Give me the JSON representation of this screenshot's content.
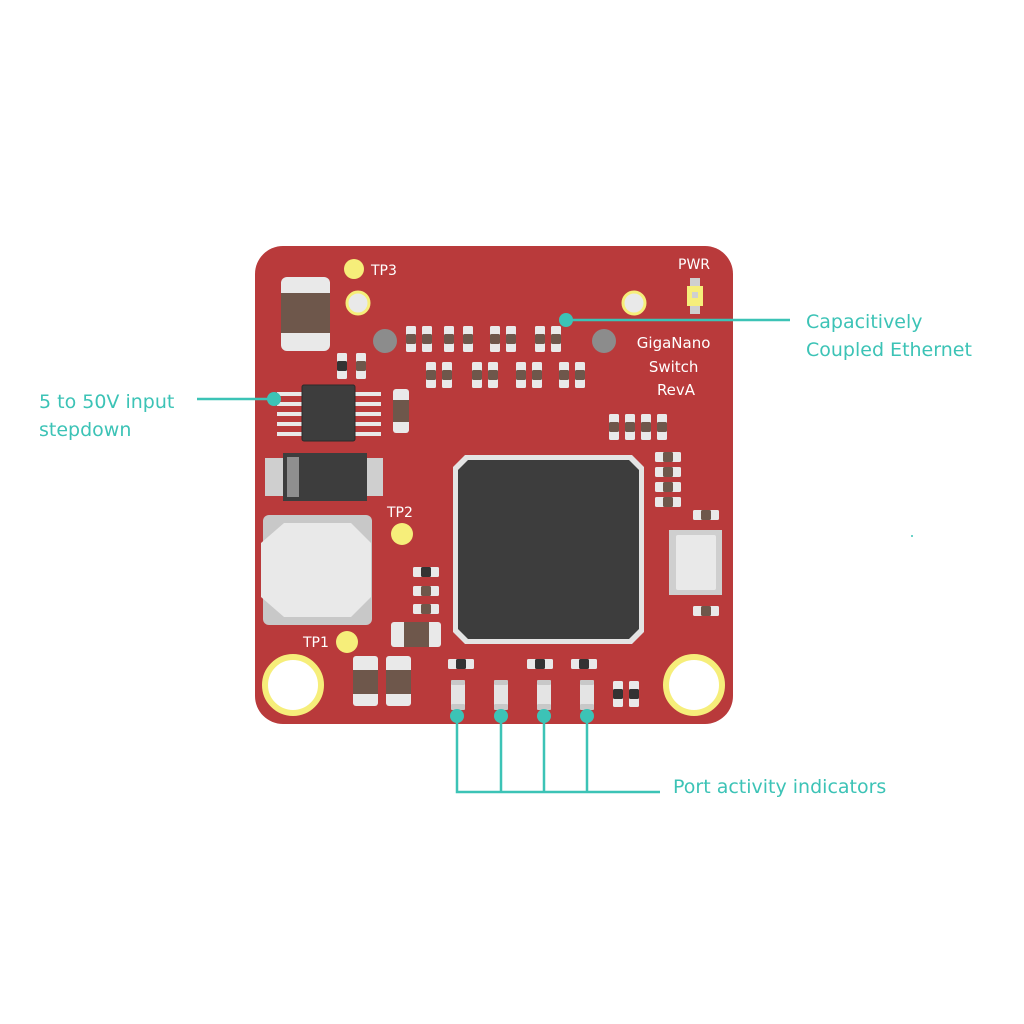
{
  "board": {
    "name_lines": [
      "GigaNano",
      "Switch",
      "RevA"
    ],
    "test_points": [
      "TP1",
      "TP2",
      "TP3"
    ],
    "pwr_label": "PWR"
  },
  "annotations": {
    "input": [
      "5 to 50V input",
      "stepdown"
    ],
    "ethernet": [
      "Capacitively",
      "Coupled Ethernet"
    ],
    "ports": "Port activity indicators"
  },
  "colors": {
    "board": "#b93a3b",
    "accent": "#3cc3b6",
    "pad": "#f6ee7a",
    "chip": "#3d3d3d",
    "resistor": "#6e574b",
    "metal": "#e9e9e9"
  }
}
